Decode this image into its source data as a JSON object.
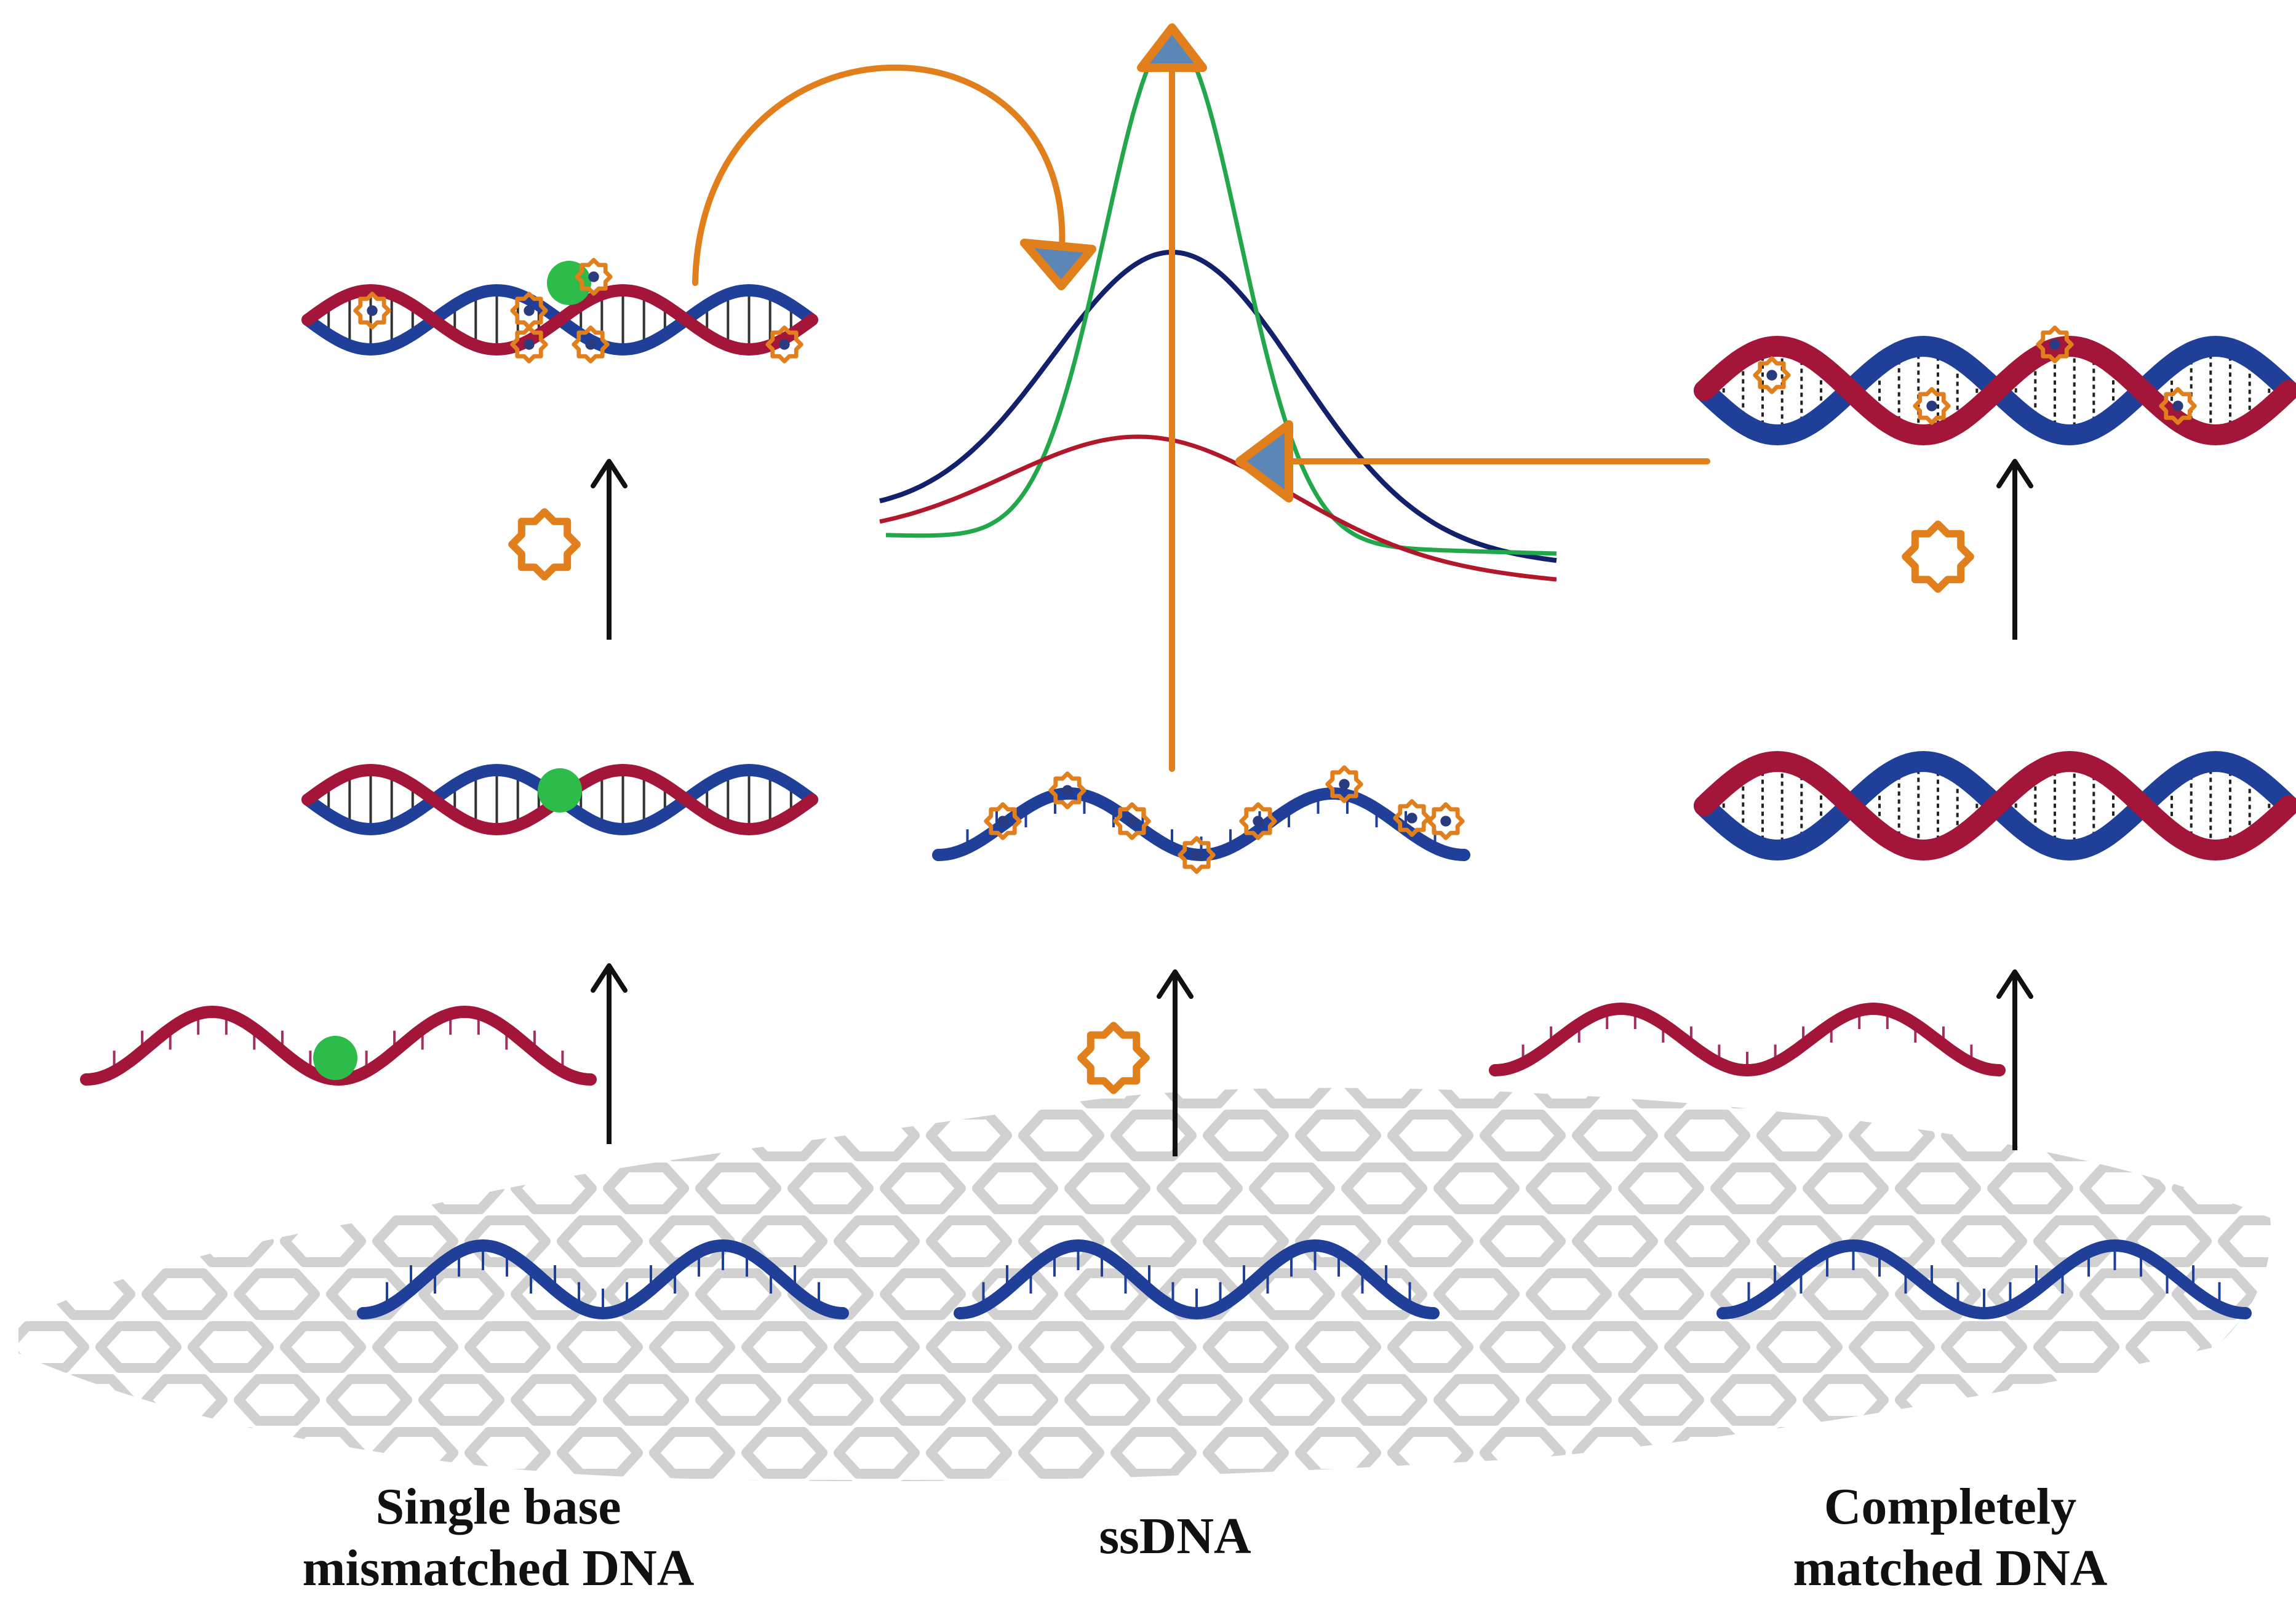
{
  "labels": {
    "left_line1": "Single base",
    "left_line2": "mismatched  DNA",
    "middle": "ssDNA",
    "right_line1": "Completely",
    "right_line2": "matched DNA"
  },
  "colors": {
    "probe_strand": "#1f3f99",
    "target_strand": "#a3163a",
    "mismatch_base": "#2dbb4a",
    "indicator": "#e07f1c",
    "marker_fill": "#5b86b5",
    "curve_ssdna": "#22a84a",
    "curve_mismatched": "#13206a",
    "curve_matched": "#b2182b",
    "graphene": "#c9c9c9",
    "arrow": "#111111"
  },
  "icons": [
    "indicator-molecule-icon",
    "mismatch-base-dot",
    "peak-marker-icon"
  ]
}
